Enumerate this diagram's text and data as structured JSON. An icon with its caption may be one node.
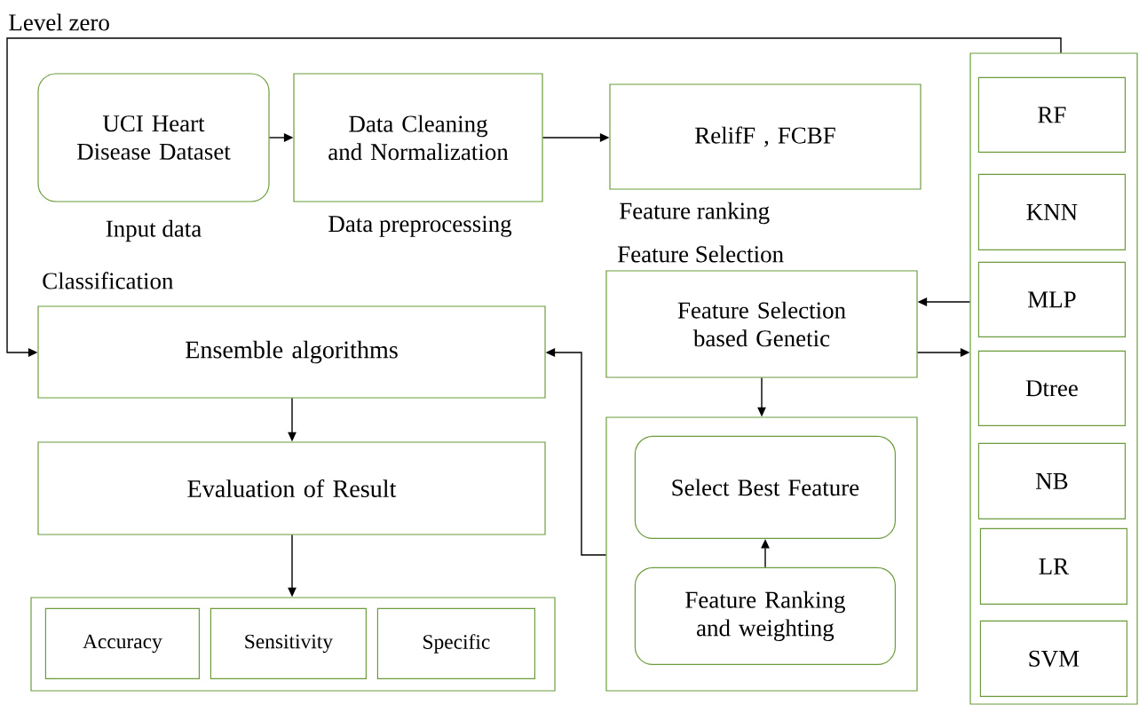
{
  "diagram": {
    "nodes": [
      {
        "text": [
          "UCI Heart Disease Dataset"
        ],
        "beside": [
          "Input data"
        ]
      },
      {
        "text": [
          "Data Cleaning and Normalization"
        ],
        "beside": [
          "Data preprocessing"
        ]
      },
      {
        "text": [
          "RelifF , FCBF"
        ],
        "beside": [
          "Feature ranking"
        ]
      },
      {
        "text": [
          "Feature Selection based Genetic"
        ],
        "beside": [
          "Feature Selection"
        ]
      },
      {
        "text": [
          "Ensemble algorithms"
        ],
        "beside": [
          "Classification"
        ]
      },
      {
        "text": [
          "Evaluation of Result"
        ]
      },
      {
        "text": [],
        "shape": "box"
      },
      {
        "text": [
          "Accuracy"
        ],
        "in": 6
      },
      {
        "text": [
          "Sensitivity"
        ],
        "in": 6
      },
      {
        "text": [
          "Specific"
        ],
        "in": 6
      },
      {
        "text": [],
        "shape": "box"
      },
      {
        "text": [
          "Select Best Feature"
        ],
        "in": 10
      },
      {
        "text": [
          "Feature Ranking and weighting"
        ],
        "in": 10
      },
      {
        "text": [],
        "shape": "box"
      },
      {
        "text": [
          "RF"
        ],
        "in": 13
      },
      {
        "text": [
          "KNN"
        ],
        "in": 13
      },
      {
        "text": [
          "MLP"
        ],
        "in": 13
      },
      {
        "text": [
          "Dtree"
        ],
        "in": 13
      },
      {
        "text": [
          "NB"
        ],
        "in": 13
      },
      {
        "text": [
          "LR"
        ],
        "in": 13
      },
      {
        "text": [
          "SVM"
        ],
        "in": 13
      }
    ],
    "edges": [
      {
        "from": 0,
        "to": 1,
        "arrow": "to"
      },
      {
        "from": 1,
        "to": 2,
        "arrow": "to"
      },
      {
        "from": 13,
        "to": 3,
        "arrow": "to"
      },
      {
        "from": 3,
        "to": 13,
        "arrow": "to"
      },
      {
        "from": 3,
        "to": 10,
        "arrow": "to"
      },
      {
        "from": 12,
        "to": 11,
        "arrow": "to"
      },
      {
        "from": 10,
        "to": 4,
        "arrow": "to"
      },
      {
        "from": 4,
        "to": 5,
        "arrow": "to"
      },
      {
        "from": 5,
        "to": 6,
        "arrow": "to"
      },
      {
        "from": 13,
        "to": 4,
        "arrow": "to",
        "label": "Level zero"
      }
    ]
  }
}
